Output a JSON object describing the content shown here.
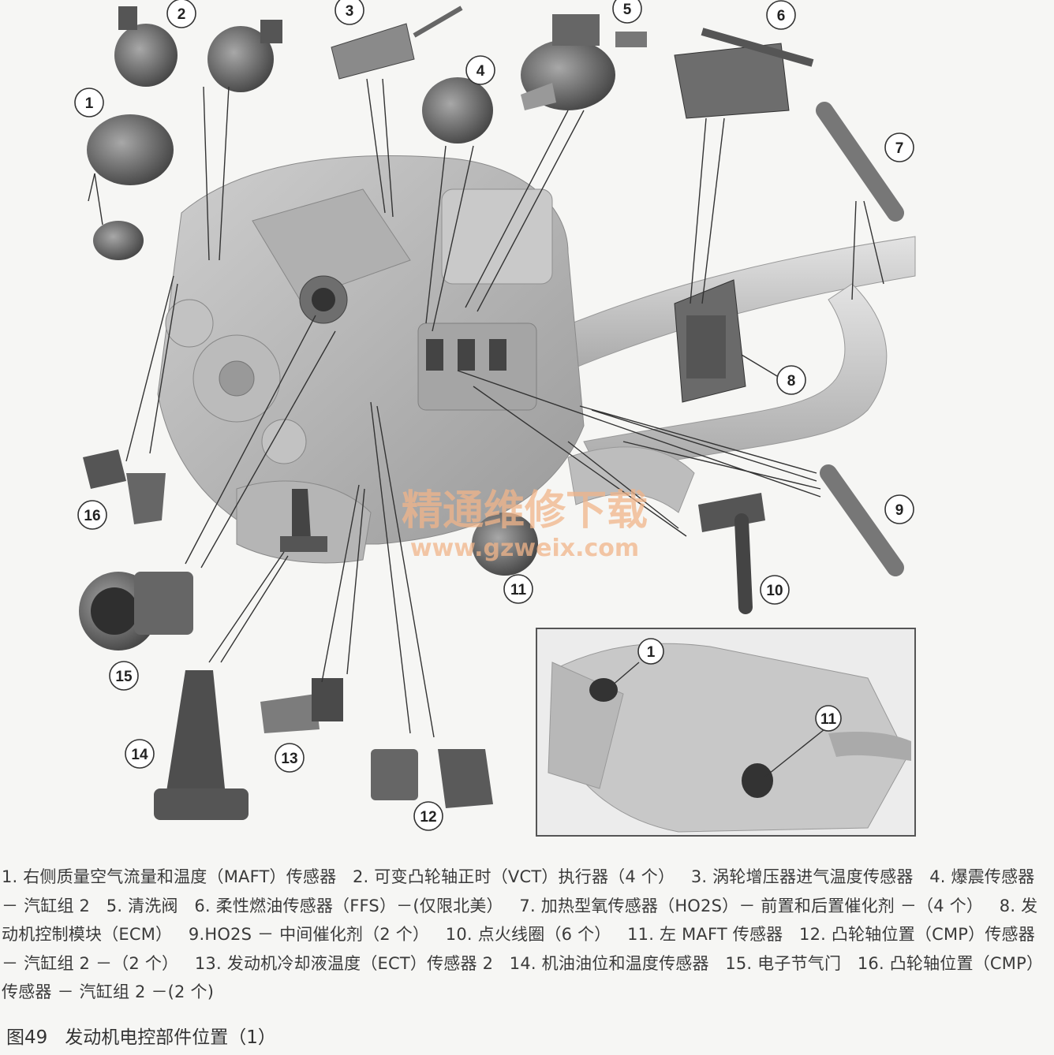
{
  "callouts": [
    {
      "id": "1",
      "label": "1"
    },
    {
      "id": "2",
      "label": "2"
    },
    {
      "id": "3",
      "label": "3"
    },
    {
      "id": "4",
      "label": "4"
    },
    {
      "id": "5",
      "label": "5"
    },
    {
      "id": "6",
      "label": "6"
    },
    {
      "id": "7",
      "label": "7"
    },
    {
      "id": "8",
      "label": "8"
    },
    {
      "id": "9",
      "label": "9"
    },
    {
      "id": "10",
      "label": "10"
    },
    {
      "id": "11",
      "label": "11"
    },
    {
      "id": "12",
      "label": "12"
    },
    {
      "id": "13",
      "label": "13"
    },
    {
      "id": "14",
      "label": "14"
    },
    {
      "id": "15",
      "label": "15"
    },
    {
      "id": "16",
      "label": "16"
    }
  ],
  "inset_callouts": [
    "1",
    "11"
  ],
  "watermark": {
    "cn": "精通维修下载",
    "url": "www.gzweix.com"
  },
  "legend": [
    "1. 右侧质量空气流量和温度（MAFT）传感器",
    "2. 可变凸轮轴正时（VCT）执行器（4 个）",
    "3. 涡轮增压器进气温度传感器",
    "4. 爆震传感器 － 汽缸组 2",
    "5. 清洗阀",
    "6. 柔性燃油传感器（FFS）－(仅限北美）",
    "7. 加热型氧传感器（HO2S）－ 前置和后置催化剂 －（4 个）",
    "8. 发动机控制模块（ECM）",
    "9.HO2S － 中间催化剂（2 个）",
    "10. 点火线圈（6 个）",
    "11. 左 MAFT 传感器",
    "12. 凸轮轴位置（CMP）传感器 － 汽缸组 2 －（2 个）",
    "13. 发动机冷却液温度（ECT）传感器 2",
    "14. 机油油位和温度传感器",
    "15. 电子节气门",
    "16. 凸轮轴位置（CMP）传感器 － 汽缸组 2 －(2 个)"
  ],
  "figure_number": "图49",
  "figure_caption": "发动机电控部件位置（1）",
  "colors": {
    "line": "#333333",
    "part": "#8c8c8c",
    "watermark": "#f0b48a"
  }
}
